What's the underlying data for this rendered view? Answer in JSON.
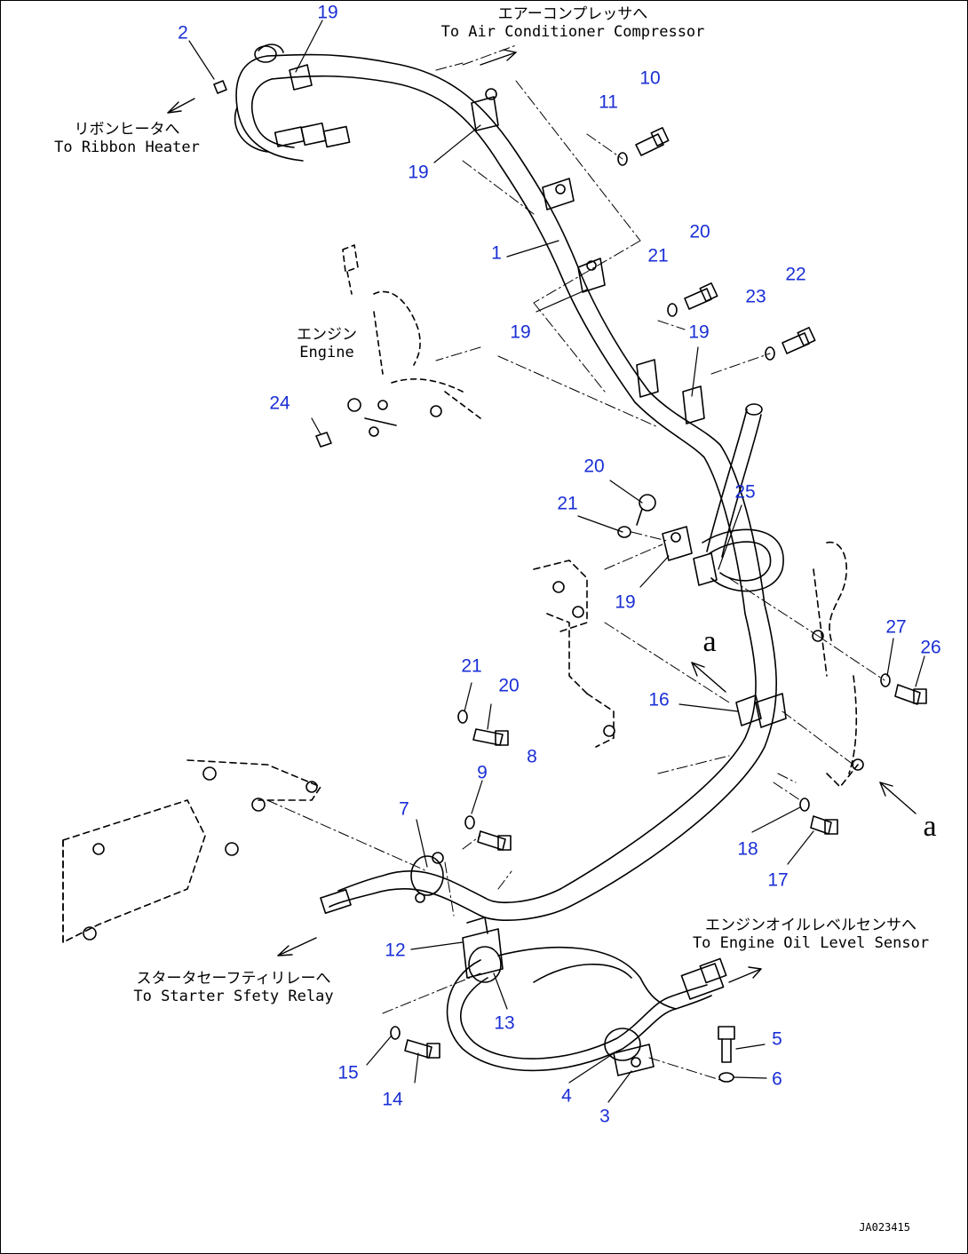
{
  "callouts": {
    "c1": "1",
    "c2": "2",
    "c3": "3",
    "c4": "4",
    "c5": "5",
    "c6": "6",
    "c7": "7",
    "c8": "8",
    "c9": "9",
    "c10": "10",
    "c11": "11",
    "c12": "12",
    "c13": "13",
    "c14": "14",
    "c15": "15",
    "c16": "16",
    "c17": "17",
    "c18": "18",
    "c19a": "19",
    "c19b": "19",
    "c19c": "19",
    "c19d": "19",
    "c19e": "19",
    "c20a": "20",
    "c20b": "20",
    "c20c": "20",
    "c21a": "21",
    "c21b": "21",
    "c21c": "21",
    "c22": "22",
    "c23": "23",
    "c24": "24",
    "c25": "25",
    "c26": "26",
    "c27": "27"
  },
  "notes": {
    "air_jp": "エアーコンプレッサへ",
    "air_en": "To Air Conditioner Compressor",
    "ribbon_jp": "リボンヒータへ",
    "ribbon_en": "To Ribbon Heater",
    "engine_jp": "エンジン",
    "engine_en": "Engine",
    "oil_jp": "エンジンオイルレベルセンサへ",
    "oil_en": "To Engine Oil Level Sensor",
    "starter_jp": "スタータセーフティリレーへ",
    "starter_en": "To Starter Sfety Relay"
  },
  "view_letters": {
    "upper": "a",
    "lower": "a"
  },
  "drawing_code": "JA023415",
  "colors": {
    "callout": "#1a2fd6",
    "line": "#000000"
  }
}
